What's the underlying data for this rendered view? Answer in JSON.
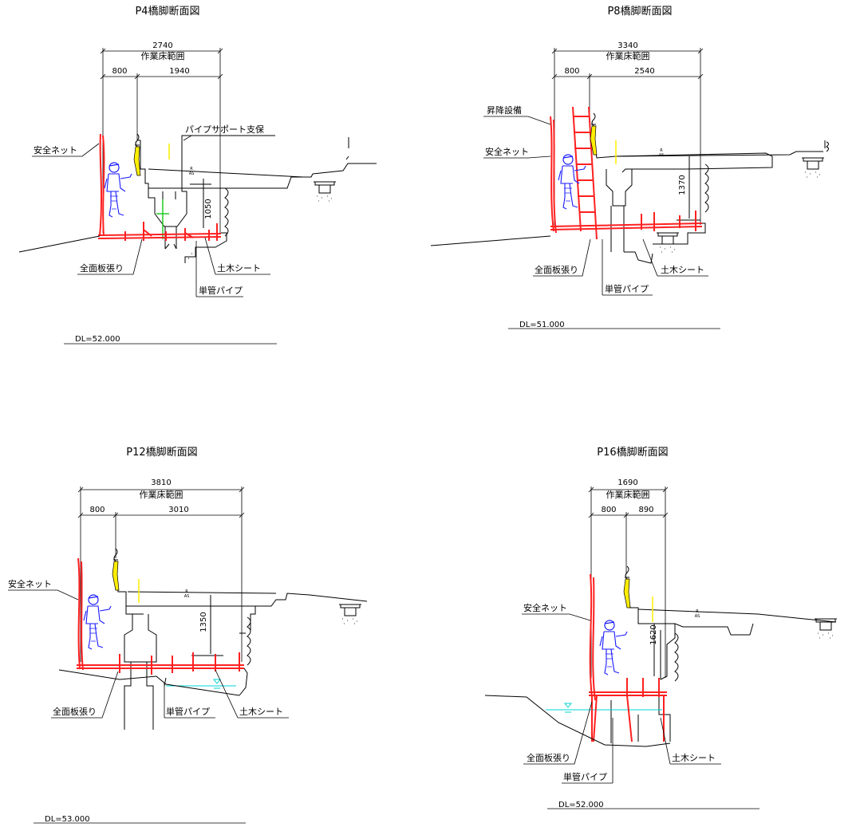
{
  "panels": [
    {
      "title": "P4橋脚断面図",
      "total_dim": "2740",
      "range_label": "作業床範囲",
      "dim_left": "800",
      "dim_right": "1940",
      "height_dim": "1050",
      "labels": {
        "net": "安全ネット",
        "support": "パイプサポート支保",
        "board": "全面板張り",
        "sheet": "土木シート",
        "pipe": "単管パイプ"
      },
      "dl": "DL=52.000"
    },
    {
      "title": "P8橋脚断面図",
      "total_dim": "3340",
      "range_label": "作業床範囲",
      "dim_left": "800",
      "dim_right": "2540",
      "height_dim": "1370",
      "labels": {
        "stairs": "昇降設備",
        "net": "安全ネット",
        "board": "全面板張り",
        "sheet": "土木シート",
        "pipe": "単管パイプ"
      },
      "dl": "DL=51.000"
    },
    {
      "title": "P12橋脚断面図",
      "total_dim": "3810",
      "range_label": "作業床範囲",
      "dim_left": "800",
      "dim_right": "3010",
      "height_dim": "1350",
      "labels": {
        "net": "安全ネット",
        "board": "全面板張り",
        "pipe": "単管パイプ",
        "sheet": "土木シート"
      },
      "dl": "DL=53.000"
    },
    {
      "title": "P16橋脚断面図",
      "total_dim": "1690",
      "range_label": "作業床範囲",
      "dim_left": "800",
      "dim_right": "890",
      "height_dim": "1620",
      "labels": {
        "net": "安全ネット",
        "board": "全面板張り",
        "pipe": "単管パイプ",
        "sheet": "土木シート"
      },
      "dl": "DL=52.000"
    }
  ],
  "marks": {
    "r": "R",
    "as": "AS"
  },
  "colors": {
    "scaffold": "#ff2020",
    "worker": "#1a1aff",
    "water": "#00d5d5",
    "support": "#22cc22",
    "lamp": "#ffee00"
  }
}
